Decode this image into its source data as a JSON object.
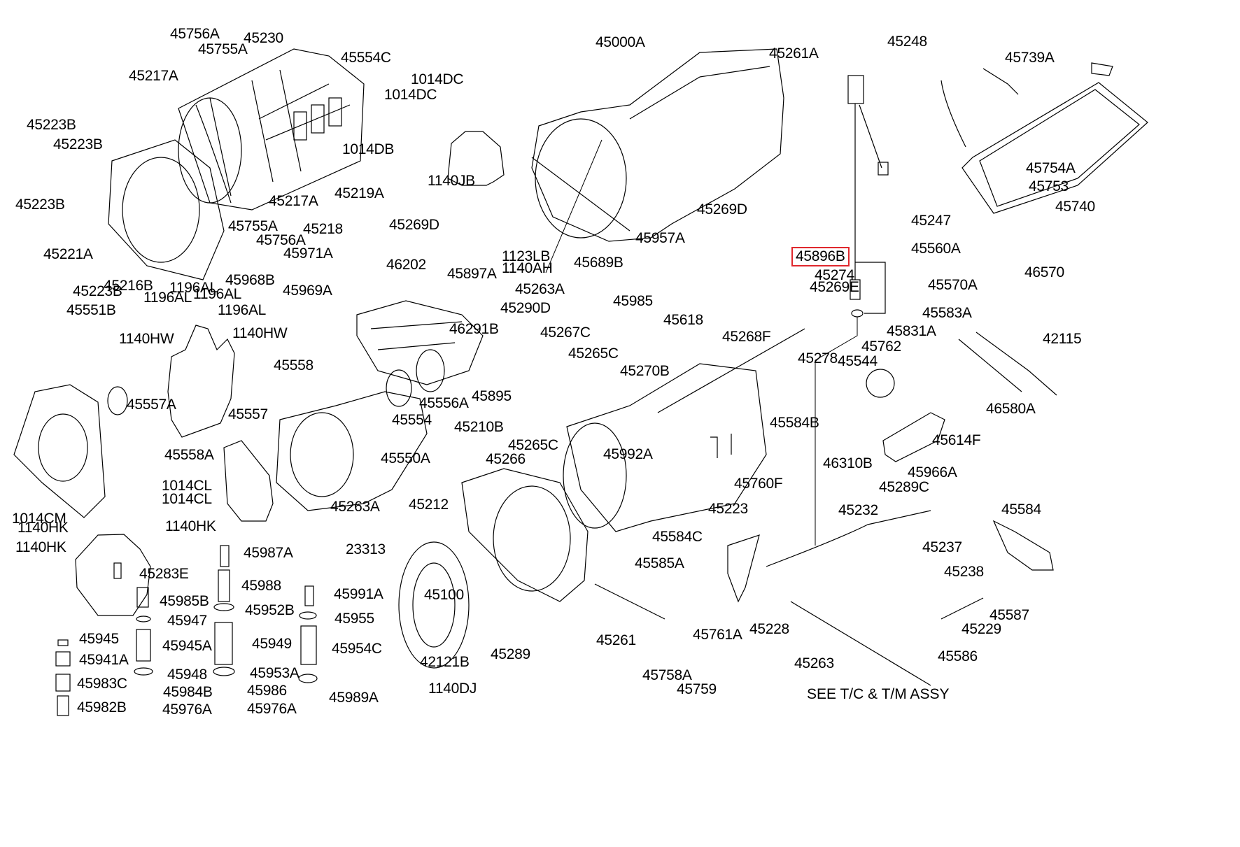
{
  "diagram": {
    "title": "Automatic Transmission Exploded Parts Diagram",
    "highlight_color": "#e0282d",
    "highlighted_part": "45896B",
    "note": "SEE T/C & T/M ASSY",
    "part_labels": [
      "45756A",
      "45230",
      "45755A",
      "45554C",
      "45217A",
      "45223B",
      "45223B",
      "45223B",
      "45221A",
      "45223B",
      "45216B",
      "45217A",
      "45755A",
      "45756A",
      "45218",
      "45219A",
      "45269D",
      "45971A",
      "45968B",
      "45969A",
      "1014DC",
      "1014DC",
      "1014DB",
      "1140JB",
      "45000A",
      "1123LB",
      "1140AH",
      "45897A",
      "45957A",
      "45269D",
      "45689B",
      "45263A",
      "45985",
      "45261A",
      "45896B",
      "45274",
      "45269E",
      "45248",
      "45739A",
      "45754A",
      "45753",
      "45740",
      "45247",
      "45560A",
      "45570A",
      "45583A",
      "46570",
      "42115",
      "46202",
      "46291B",
      "45290D",
      "45267C",
      "45265C",
      "45895",
      "45618",
      "45268F",
      "45278",
      "45544",
      "45762",
      "45831A",
      "46580A",
      "1196AL",
      "1196AL",
      "1196AL",
      "1196AL",
      "1140HW",
      "1140HW",
      "45551B",
      "45558",
      "45557A",
      "45558A",
      "45557",
      "45556A",
      "45554",
      "45550A",
      "45270B",
      "45265C",
      "45266",
      "45210B",
      "45992A",
      "45584B",
      "45760F",
      "45614F",
      "46310B",
      "45966A",
      "45289C",
      "1014CL",
      "1014CL",
      "1014CM",
      "1140HK",
      "1140HK",
      "1140HK",
      "45263A",
      "45212",
      "45100",
      "23313",
      "45987A",
      "45283E",
      "45988",
      "45985B",
      "45952B",
      "45947",
      "45991A",
      "45955",
      "45945",
      "45945A",
      "45949",
      "45954C",
      "45941A",
      "45948",
      "45953A",
      "45983C",
      "45984B",
      "45986",
      "45989A",
      "45982B",
      "45976A",
      "45976A",
      "42121B",
      "1140DJ",
      "45289",
      "45261",
      "45584C",
      "45585A",
      "45758A",
      "45761A",
      "45759",
      "45223",
      "45228",
      "45232",
      "45263",
      "45237",
      "45238",
      "45584",
      "45229",
      "45587",
      "45586"
    ]
  }
}
